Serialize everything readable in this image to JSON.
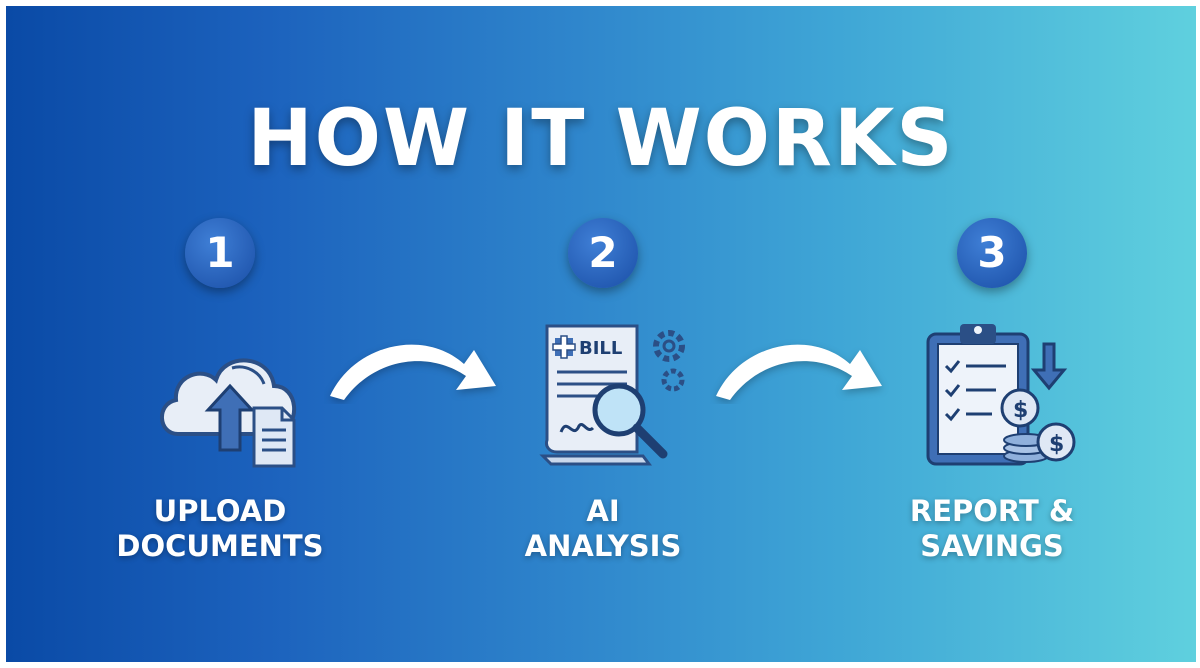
{
  "title": "HOW IT WORKS",
  "steps": [
    {
      "number": "1",
      "label_line1": "UPLOAD",
      "label_line2": "DOCUMENTS",
      "icon": "cloud-upload-icon"
    },
    {
      "number": "2",
      "label_line1": "AI",
      "label_line2": "ANALYSIS",
      "icon": "bill-magnifier-icon",
      "icon_text": "BILL"
    },
    {
      "number": "3",
      "label_line1": "REPORT &",
      "label_line2": "SAVINGS",
      "icon": "clipboard-savings-icon",
      "icon_text": "$"
    }
  ],
  "colors": {
    "gradient_start": "#0a4aa6",
    "gradient_end": "#5fd0de",
    "badge": "#1a4ea6",
    "text": "#ffffff"
  }
}
